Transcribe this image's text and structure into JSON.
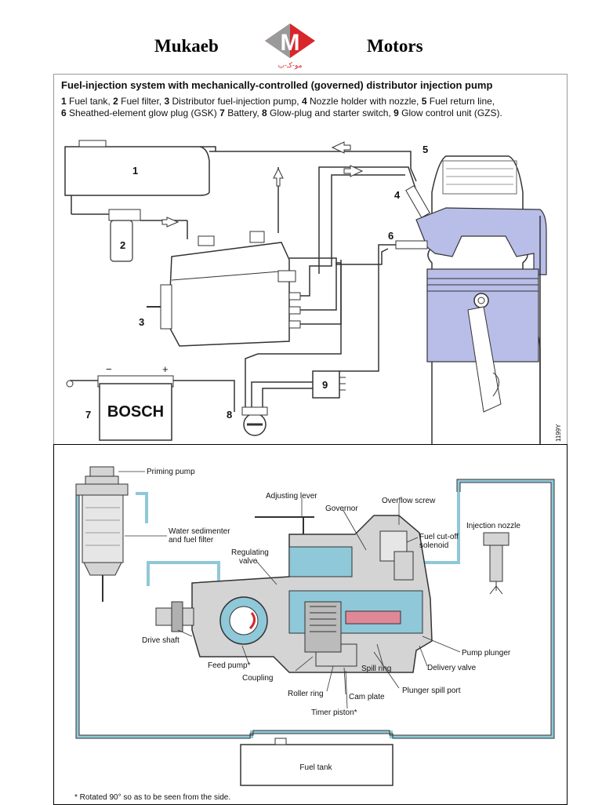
{
  "header": {
    "brand_left": "Mukaeb",
    "brand_right": "Motors",
    "logo_letter": "M",
    "logo_caption": "مو-كـ-ب"
  },
  "system_diagram": {
    "title": "Fuel-injection system with mechanically-controlled (governed) distributor injection pump",
    "legend": [
      {
        "num": "1",
        "text": "Fuel tank,"
      },
      {
        "num": "2",
        "text": "Fuel filter,"
      },
      {
        "num": "3",
        "text": "Distributor fuel-injection pump,"
      },
      {
        "num": "4",
        "text": "Nozzle holder with nozzle,"
      },
      {
        "num": "5",
        "text": "Fuel return line,"
      },
      {
        "num": "6",
        "text": "Sheathed-element glow plug (GSK)"
      },
      {
        "num": "7",
        "text": "Battery,"
      },
      {
        "num": "8",
        "text": "Glow-plug and starter switch,"
      },
      {
        "num": "9",
        "text": "Glow control unit (GZS)."
      }
    ],
    "callouts": [
      "1",
      "2",
      "3",
      "4",
      "5",
      "6",
      "7",
      "8",
      "9"
    ],
    "battery_brand": "BOSCH",
    "battery_minus": "−",
    "battery_plus": "+",
    "figure_code": "1199Y"
  },
  "pump_diagram": {
    "labels": {
      "priming_pump": "Priming pump",
      "adjusting_lever": "Adjusting lever",
      "governor": "Governor",
      "overflow_screw": "Overflow screw",
      "injection_nozzle": "Injection nozzle",
      "water_sedimenter": "Water sedimenter",
      "fuel_filter": "and fuel filter",
      "fuel_cutoff": "Fuel cut-off",
      "solenoid": "solenoid",
      "regulating": "Regulating",
      "valve": "valve",
      "drive_shaft": "Drive shaft",
      "pump_plunger": "Pump plunger",
      "delivery_valve": "Delivery valve",
      "feed_pump": "Feed pump*",
      "coupling": "Coupling",
      "spill_ring": "Spill ring",
      "plunger_spill_port": "Plunger spill port",
      "roller_ring": "Roller ring",
      "cam_plate": "Cam plate",
      "timer_piston": "Timer piston*",
      "fuel_tank": "Fuel tank"
    },
    "footnote": "* Rotated 90° so as to be seen from the side."
  },
  "colors": {
    "fuel_line": "#8fc8d8",
    "engine_highlight": "#b8bee8",
    "pump_body": "#d4d4d4",
    "logo_red": "#d8262b",
    "plunger_red": "#e08898"
  }
}
